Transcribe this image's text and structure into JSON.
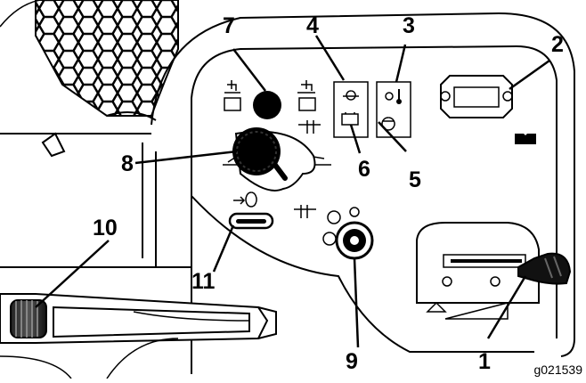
{
  "callouts": {
    "c1": "1",
    "c2": "2",
    "c3": "3",
    "c4": "4",
    "c5": "5",
    "c6": "6",
    "c7": "7",
    "c8": "8",
    "c9": "9",
    "c10": "10",
    "c11": "11"
  },
  "figure_id": "g021539",
  "icons": [
    "hour-meter",
    "engine-temperature-warning-light",
    "oil-pressure-warning-light",
    "battery-charge-light",
    "glow-plug-light",
    "raise-lower-knob",
    "cutting-unit-lift-lever",
    "ignition-key-switch",
    "throttle-lever",
    "tilt-steering-lever",
    "parking-brake-lock"
  ],
  "colors": {
    "line": "#000000",
    "background": "#ffffff"
  }
}
